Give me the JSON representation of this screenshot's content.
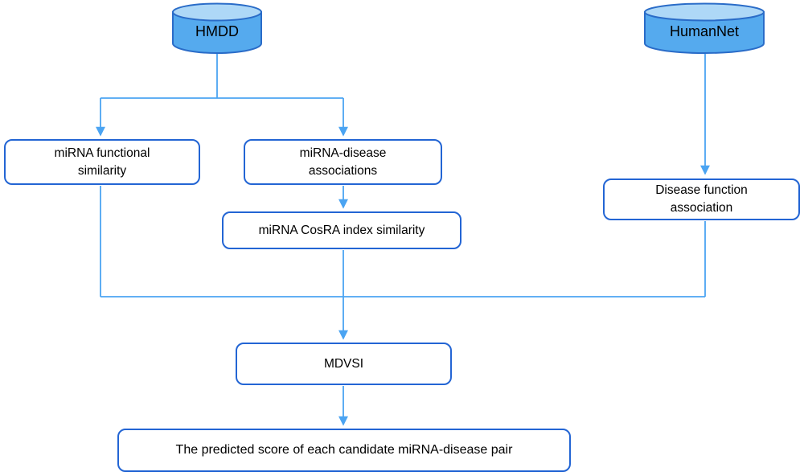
{
  "diagram": {
    "title": "MDVSI workflow flowchart",
    "colors": {
      "connector": "#4ba4f2",
      "box_border": "#2365d4",
      "box_fill": "#ffffff",
      "cylinder_body": "#55aaee",
      "cylinder_top": "#aed8f7",
      "cylinder_border": "#2a6cc8",
      "text": "#000000",
      "background": "#ffffff"
    },
    "nodes": {
      "hmdd": {
        "label": "HMDD",
        "type": "database"
      },
      "humannet": {
        "label": "HumanNet",
        "type": "database"
      },
      "mirna_functional_similarity": {
        "label": "miRNA functional similarity",
        "type": "process"
      },
      "mirna_disease_associations": {
        "label": "miRNA-disease associations",
        "type": "process"
      },
      "mirna_cosra_index_similarity": {
        "label": "miRNA CosRA index similarity",
        "type": "process"
      },
      "disease_function_association": {
        "label": "Disease function association",
        "type": "process"
      },
      "mdvsi": {
        "label": "MDVSI",
        "type": "process"
      },
      "predicted_score": {
        "label": "The predicted score of each candidate miRNA-disease pair",
        "type": "output"
      }
    },
    "edges": [
      "HMDD -> miRNA functional similarity",
      "HMDD -> miRNA-disease associations",
      "miRNA-disease associations -> miRNA CosRA index similarity",
      "HumanNet -> Disease function association",
      "miRNA functional similarity -> MDVSI",
      "miRNA CosRA index similarity -> MDVSI",
      "Disease function association -> MDVSI",
      "MDVSI -> The predicted score of each candidate miRNA-disease pair"
    ]
  }
}
